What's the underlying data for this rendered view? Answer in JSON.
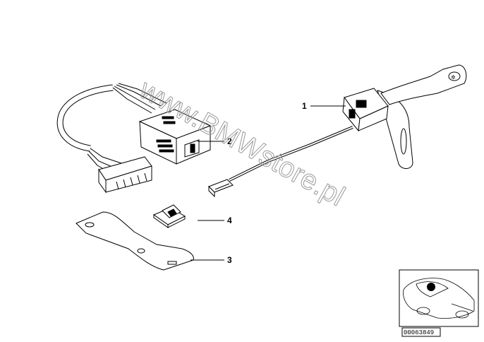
{
  "diagram": {
    "callouts": [
      {
        "label": "1",
        "part": "steering-column-switch"
      },
      {
        "label": "2",
        "part": "control-unit"
      },
      {
        "label": "3",
        "part": "bracket"
      },
      {
        "label": "4",
        "part": "clip"
      }
    ],
    "watermark": "www.BMWstore.pl",
    "thumbnail_code": "00063849"
  }
}
